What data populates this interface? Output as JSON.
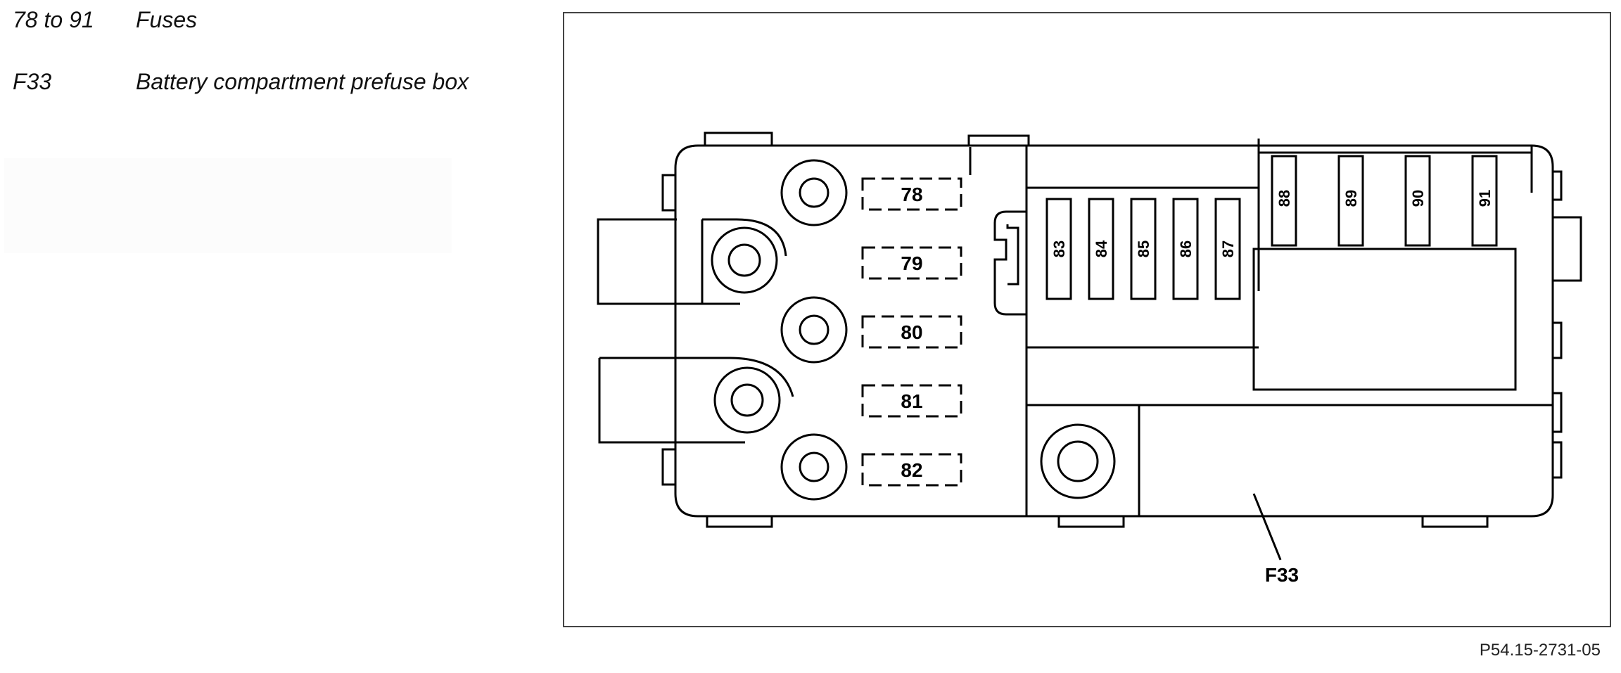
{
  "legend": {
    "items": [
      {
        "key": "78 to 91",
        "desc": "Fuses"
      },
      {
        "key": "F33",
        "desc": "Battery compartment prefuse box"
      }
    ]
  },
  "diagram": {
    "fuses_left": [
      "78",
      "79",
      "80",
      "81",
      "82"
    ],
    "fuses_middle": [
      "83",
      "84",
      "85",
      "86",
      "87"
    ],
    "fuses_right": [
      "88",
      "89",
      "90",
      "91"
    ],
    "callout": "F33"
  },
  "reference": "P54.15-2731-05"
}
